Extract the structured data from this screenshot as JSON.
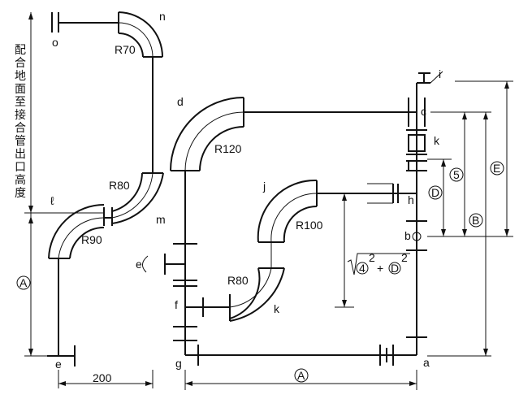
{
  "points": {
    "a": "a",
    "b": "b",
    "c": "c",
    "d": "d",
    "e_top": "e",
    "e_bottom": "e",
    "f": "f",
    "g": "g",
    "h": "h",
    "i": "i",
    "j": "j",
    "k_right": "k",
    "k_low": "k",
    "l": "ℓ",
    "m": "m",
    "n": "n",
    "o": "o"
  },
  "bends": {
    "r70": "R70",
    "r80_upper": "R80",
    "r90": "R90",
    "r120": "R120",
    "r100": "R100",
    "r80_lower": "R80"
  },
  "dimensions": {
    "dim_200": "200",
    "dim_A_bottom": "A",
    "dim_A_left": "A",
    "dim_5": "5",
    "dim_D": "D",
    "dim_B": "B",
    "dim_E": "E",
    "sqrt_formula": {
      "term1": "4",
      "exp1": "2",
      "plus": "+",
      "term2": "D",
      "exp2": "2"
    }
  },
  "vertical_note": [
    "配",
    "合",
    "地",
    "面",
    "至",
    "接",
    "合",
    "管",
    "出",
    "口",
    "高",
    "度"
  ]
}
